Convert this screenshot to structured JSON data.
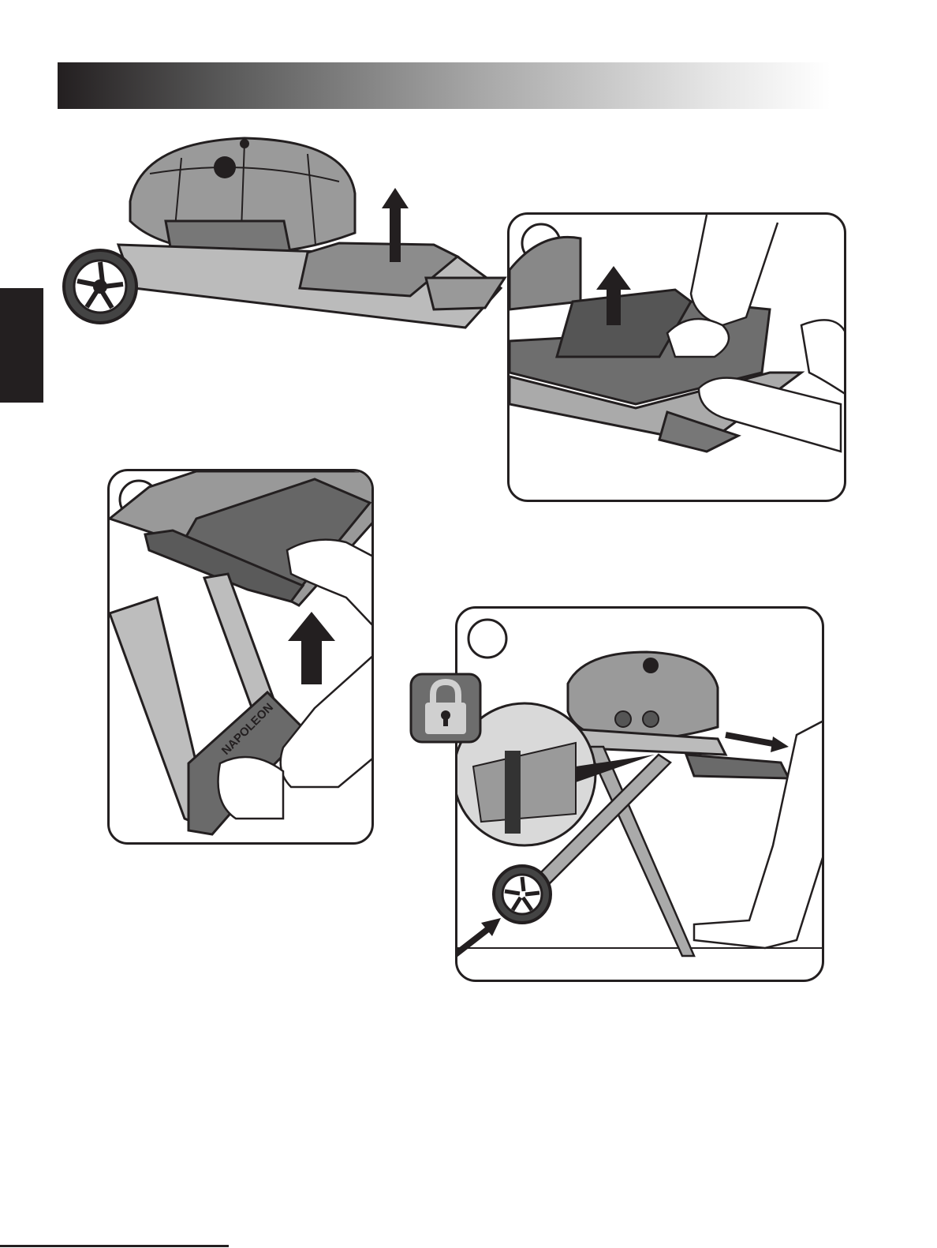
{
  "colors": {
    "ink": "#231f20",
    "metal_dark": "#555555",
    "metal_mid": "#8a8a8a",
    "metal_light": "#c8c8c8",
    "lock_bg": "#6d6d6d",
    "lock_fg": "#d0d0d0"
  },
  "illustrations": {
    "hero": {
      "depicts": "grill-on-folded-cart",
      "arrow": "arrow-up-icon"
    },
    "step_b": {
      "depicts": "hands-lifting-side-shelf",
      "arrow": "arrow-up-icon"
    },
    "step_c": {
      "depicts": "hand-raising-cart-leg-frame",
      "arrow": "arrow-up-icon",
      "brand_mark": "NAPOLEON"
    },
    "step_d": {
      "depicts": "cart-unfolded-standing",
      "arrows": [
        "arrow-right-icon",
        "arrow-diagonal-icon"
      ],
      "lock": "padlock-icon"
    }
  }
}
